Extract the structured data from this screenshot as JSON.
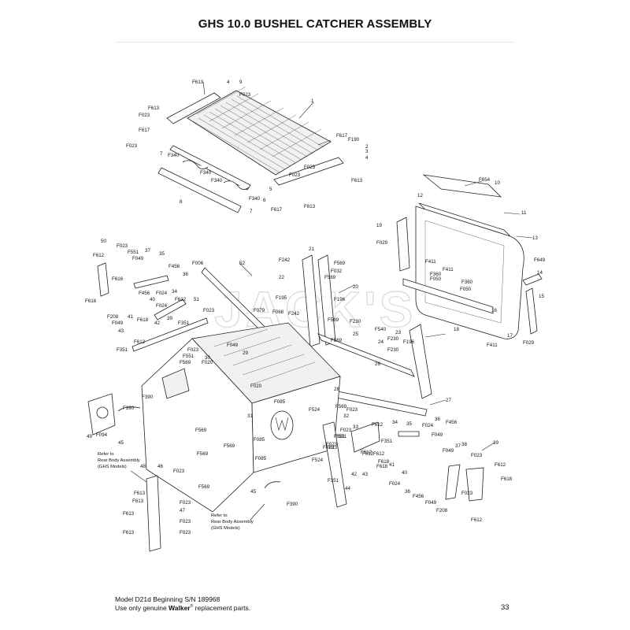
{
  "title": "GHS 10.0 BUSHEL CATCHER ASSEMBLY",
  "watermark": "JACK'S",
  "footer": {
    "model": "Model D21d Beginning S/N 189968",
    "use_prefix": "Use only genuine ",
    "brand": "Walker",
    "registered": "®",
    "use_suffix": " replacement parts.",
    "page_number": "33"
  },
  "notes": {
    "rear_body_left": [
      "Refer to",
      "Rear Body Assembly",
      "(GHS Models)"
    ],
    "rear_body_right": [
      "Refer to",
      "Rear Body Assembly",
      "(GHS Models)"
    ]
  },
  "callouts": [
    "F613",
    "4",
    "9",
    "F023",
    "1",
    "F613",
    "F023",
    "F617",
    "F023",
    "F617",
    "F190",
    "2",
    "3",
    "4",
    "F023",
    "7",
    "F340",
    "F340",
    "F340",
    "F340",
    "5",
    "6",
    "F023",
    "F613",
    "8",
    "7",
    "F617",
    "F613",
    "F654",
    "10",
    "12",
    "11",
    "19",
    "F029",
    "13",
    "F649",
    "14",
    "15",
    "F411",
    "F411",
    "F360",
    "F360",
    "F050",
    "F050",
    "16",
    "17",
    "F029",
    "F411",
    "18",
    "50",
    "F023",
    "F551",
    "37",
    "35",
    "F612",
    "F049",
    "F616",
    "F456",
    "F618",
    "F456",
    "34",
    "36",
    "F024",
    "40",
    "F612",
    "F208",
    "F024",
    "41",
    "F618",
    "F049",
    "42",
    "43",
    "39",
    "F612",
    "F351",
    "51",
    "F023",
    "F351",
    "F006",
    "52",
    "F242",
    "F569",
    "F032",
    "F569",
    "20",
    "21",
    "22",
    "F195",
    "F196",
    "F242",
    "F068",
    "F569",
    "F230",
    "25",
    "24",
    "F230",
    "F230",
    "F540",
    "23",
    "F196",
    "26",
    "F569",
    "F049",
    "F079",
    "29",
    "F020",
    "F023",
    "F551",
    "30",
    "F020",
    "F569",
    "F390",
    "F390",
    "31",
    "F085",
    "F524",
    "28",
    "27",
    "32",
    "F569",
    "F023",
    "33",
    "F612",
    "34",
    "35",
    "36",
    "F456",
    "F049",
    "F024",
    "49",
    "F094",
    "45",
    "F569",
    "F569",
    "F085",
    "F569",
    "F023",
    "F551",
    "F351",
    "F612",
    "37",
    "38",
    "F049",
    "39",
    "F023",
    "F612",
    "F618",
    "F612",
    "48",
    "46",
    "F023",
    "F613",
    "F613",
    "F023",
    "47",
    "F613",
    "F023",
    "F613",
    "F023",
    "F569",
    "45",
    "F390",
    "44",
    "F524",
    "F351",
    "F023",
    "41",
    "40",
    "F024",
    "F456",
    "F049",
    "36",
    "F208",
    "F023",
    "F618",
    "F023",
    "F612",
    "42",
    "43",
    "F618",
    "F551",
    "F085",
    "F023",
    "F612"
  ]
}
